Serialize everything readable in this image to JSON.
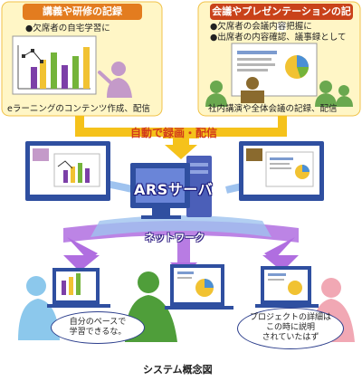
{
  "left_panel": {
    "title": "講義や研修の記録",
    "bullets": [
      "●欠席者の自宅学習に"
    ],
    "caption": "eラーニングのコンテンツ作成、配信"
  },
  "right_panel": {
    "title": "会議やプレゼンテーションの記録",
    "bullets": [
      "●欠席者の会議内容把握に",
      "●出席者の内容確認、議事録として"
    ],
    "caption": "社内講演や全体会議の記録、配信"
  },
  "banner": {
    "text": "自動で録画・配信"
  },
  "server": {
    "label": "ARSサーバ"
  },
  "network": {
    "label": "ネットワーク"
  },
  "bubbles": {
    "left": "自分のペースで\n学習できるな。",
    "right": "プロジェクトの詳細は\nこの時に説明\nされていたはず"
  },
  "title": "システム概念図",
  "colors": {
    "panel_bg": "#fff6c6",
    "panel_border": "#f0c24a",
    "left_title_bg": "#e37c1f",
    "right_title_bg": "#c9421a",
    "banner_arrow": "#f5c21b",
    "banner_text": "#d23a1a",
    "network_purple": "#b06ee0",
    "network_blue": "#9fc3ef",
    "person_left": "#8cc8ec",
    "person_center": "#4f9e3a",
    "person_right": "#f1a8b4",
    "person_presenter": "#c49ac9"
  }
}
